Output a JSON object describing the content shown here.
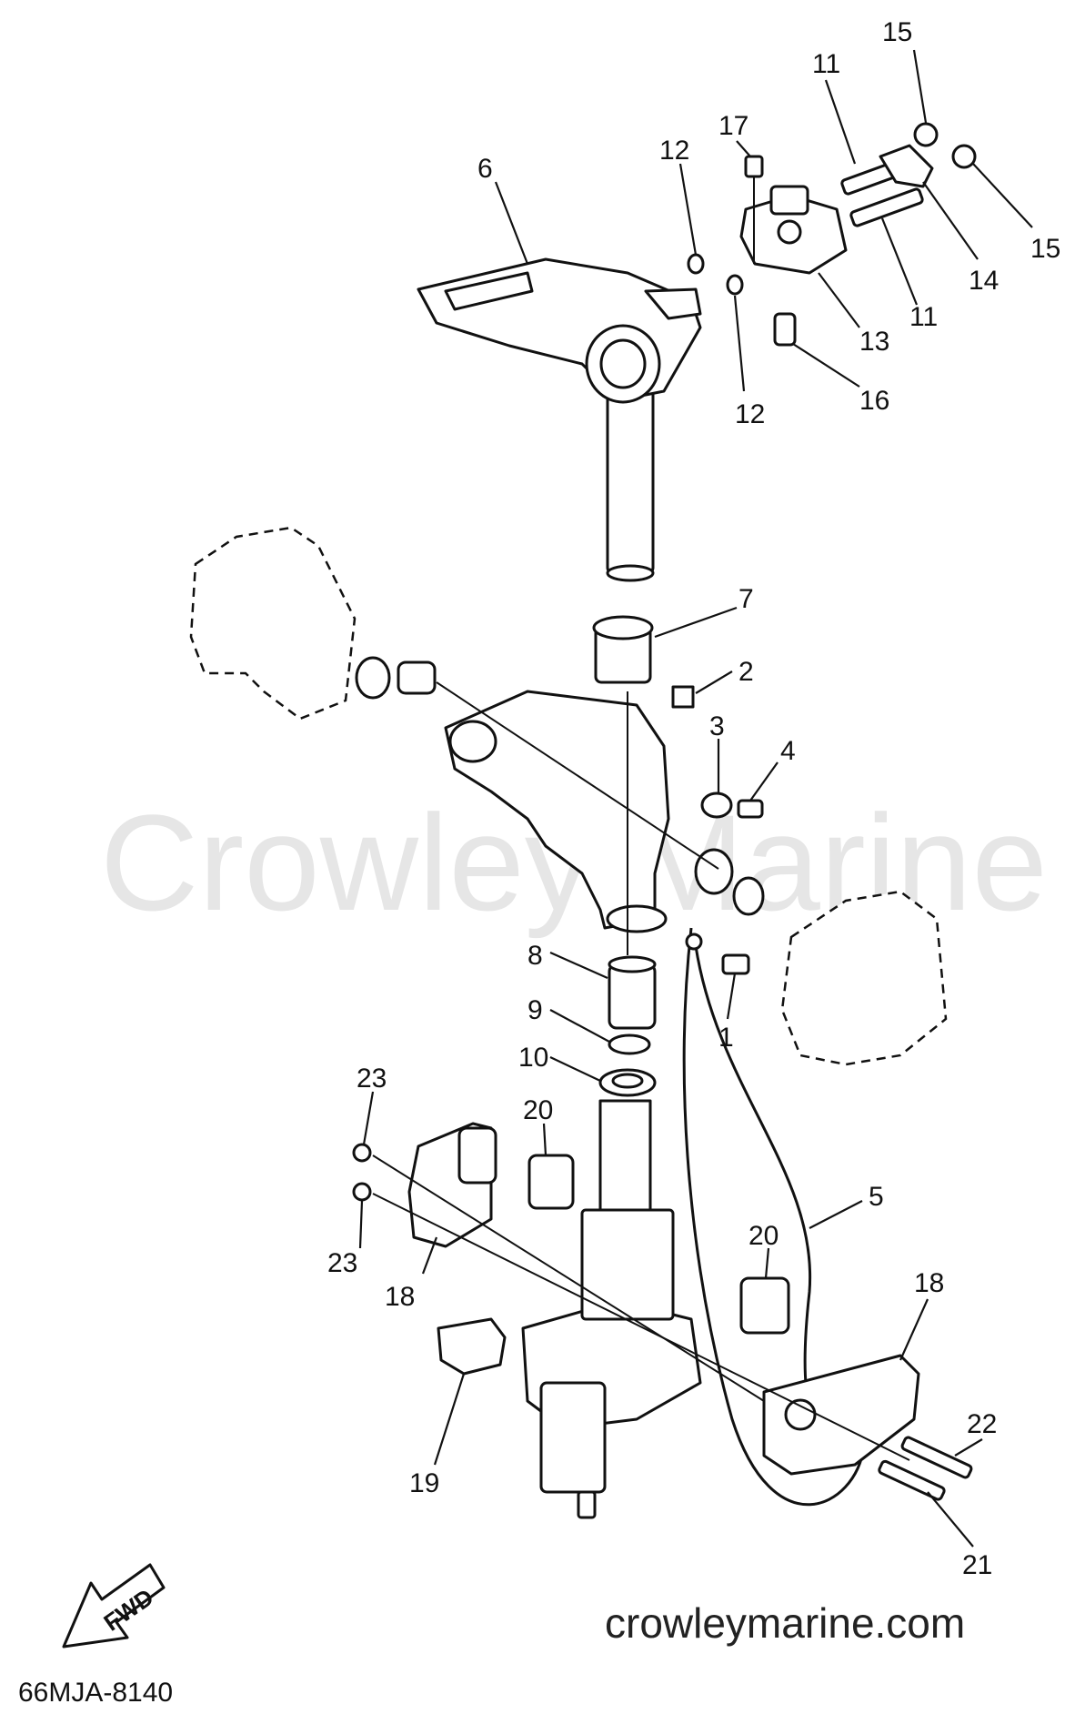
{
  "watermark": "Crowley Marine",
  "footer": {
    "website": "crowleymarine.com",
    "drawing_code": "66MJA-8140",
    "fwd_label": "FWD"
  },
  "callouts": [
    {
      "label": "15"
    },
    {
      "label": "11"
    },
    {
      "label": "17"
    },
    {
      "label": "12"
    },
    {
      "label": "6"
    },
    {
      "label": "15"
    },
    {
      "label": "14"
    },
    {
      "label": "11"
    },
    {
      "label": "13"
    },
    {
      "label": "12"
    },
    {
      "label": "16"
    },
    {
      "label": "7"
    },
    {
      "label": "2"
    },
    {
      "label": "3"
    },
    {
      "label": "4"
    },
    {
      "label": "8"
    },
    {
      "label": "9"
    },
    {
      "label": "1"
    },
    {
      "label": "10"
    },
    {
      "label": "23"
    },
    {
      "label": "20"
    },
    {
      "label": "5"
    },
    {
      "label": "20"
    },
    {
      "label": "23"
    },
    {
      "label": "18"
    },
    {
      "label": "18"
    },
    {
      "label": "22"
    },
    {
      "label": "19"
    },
    {
      "label": "21"
    }
  ]
}
